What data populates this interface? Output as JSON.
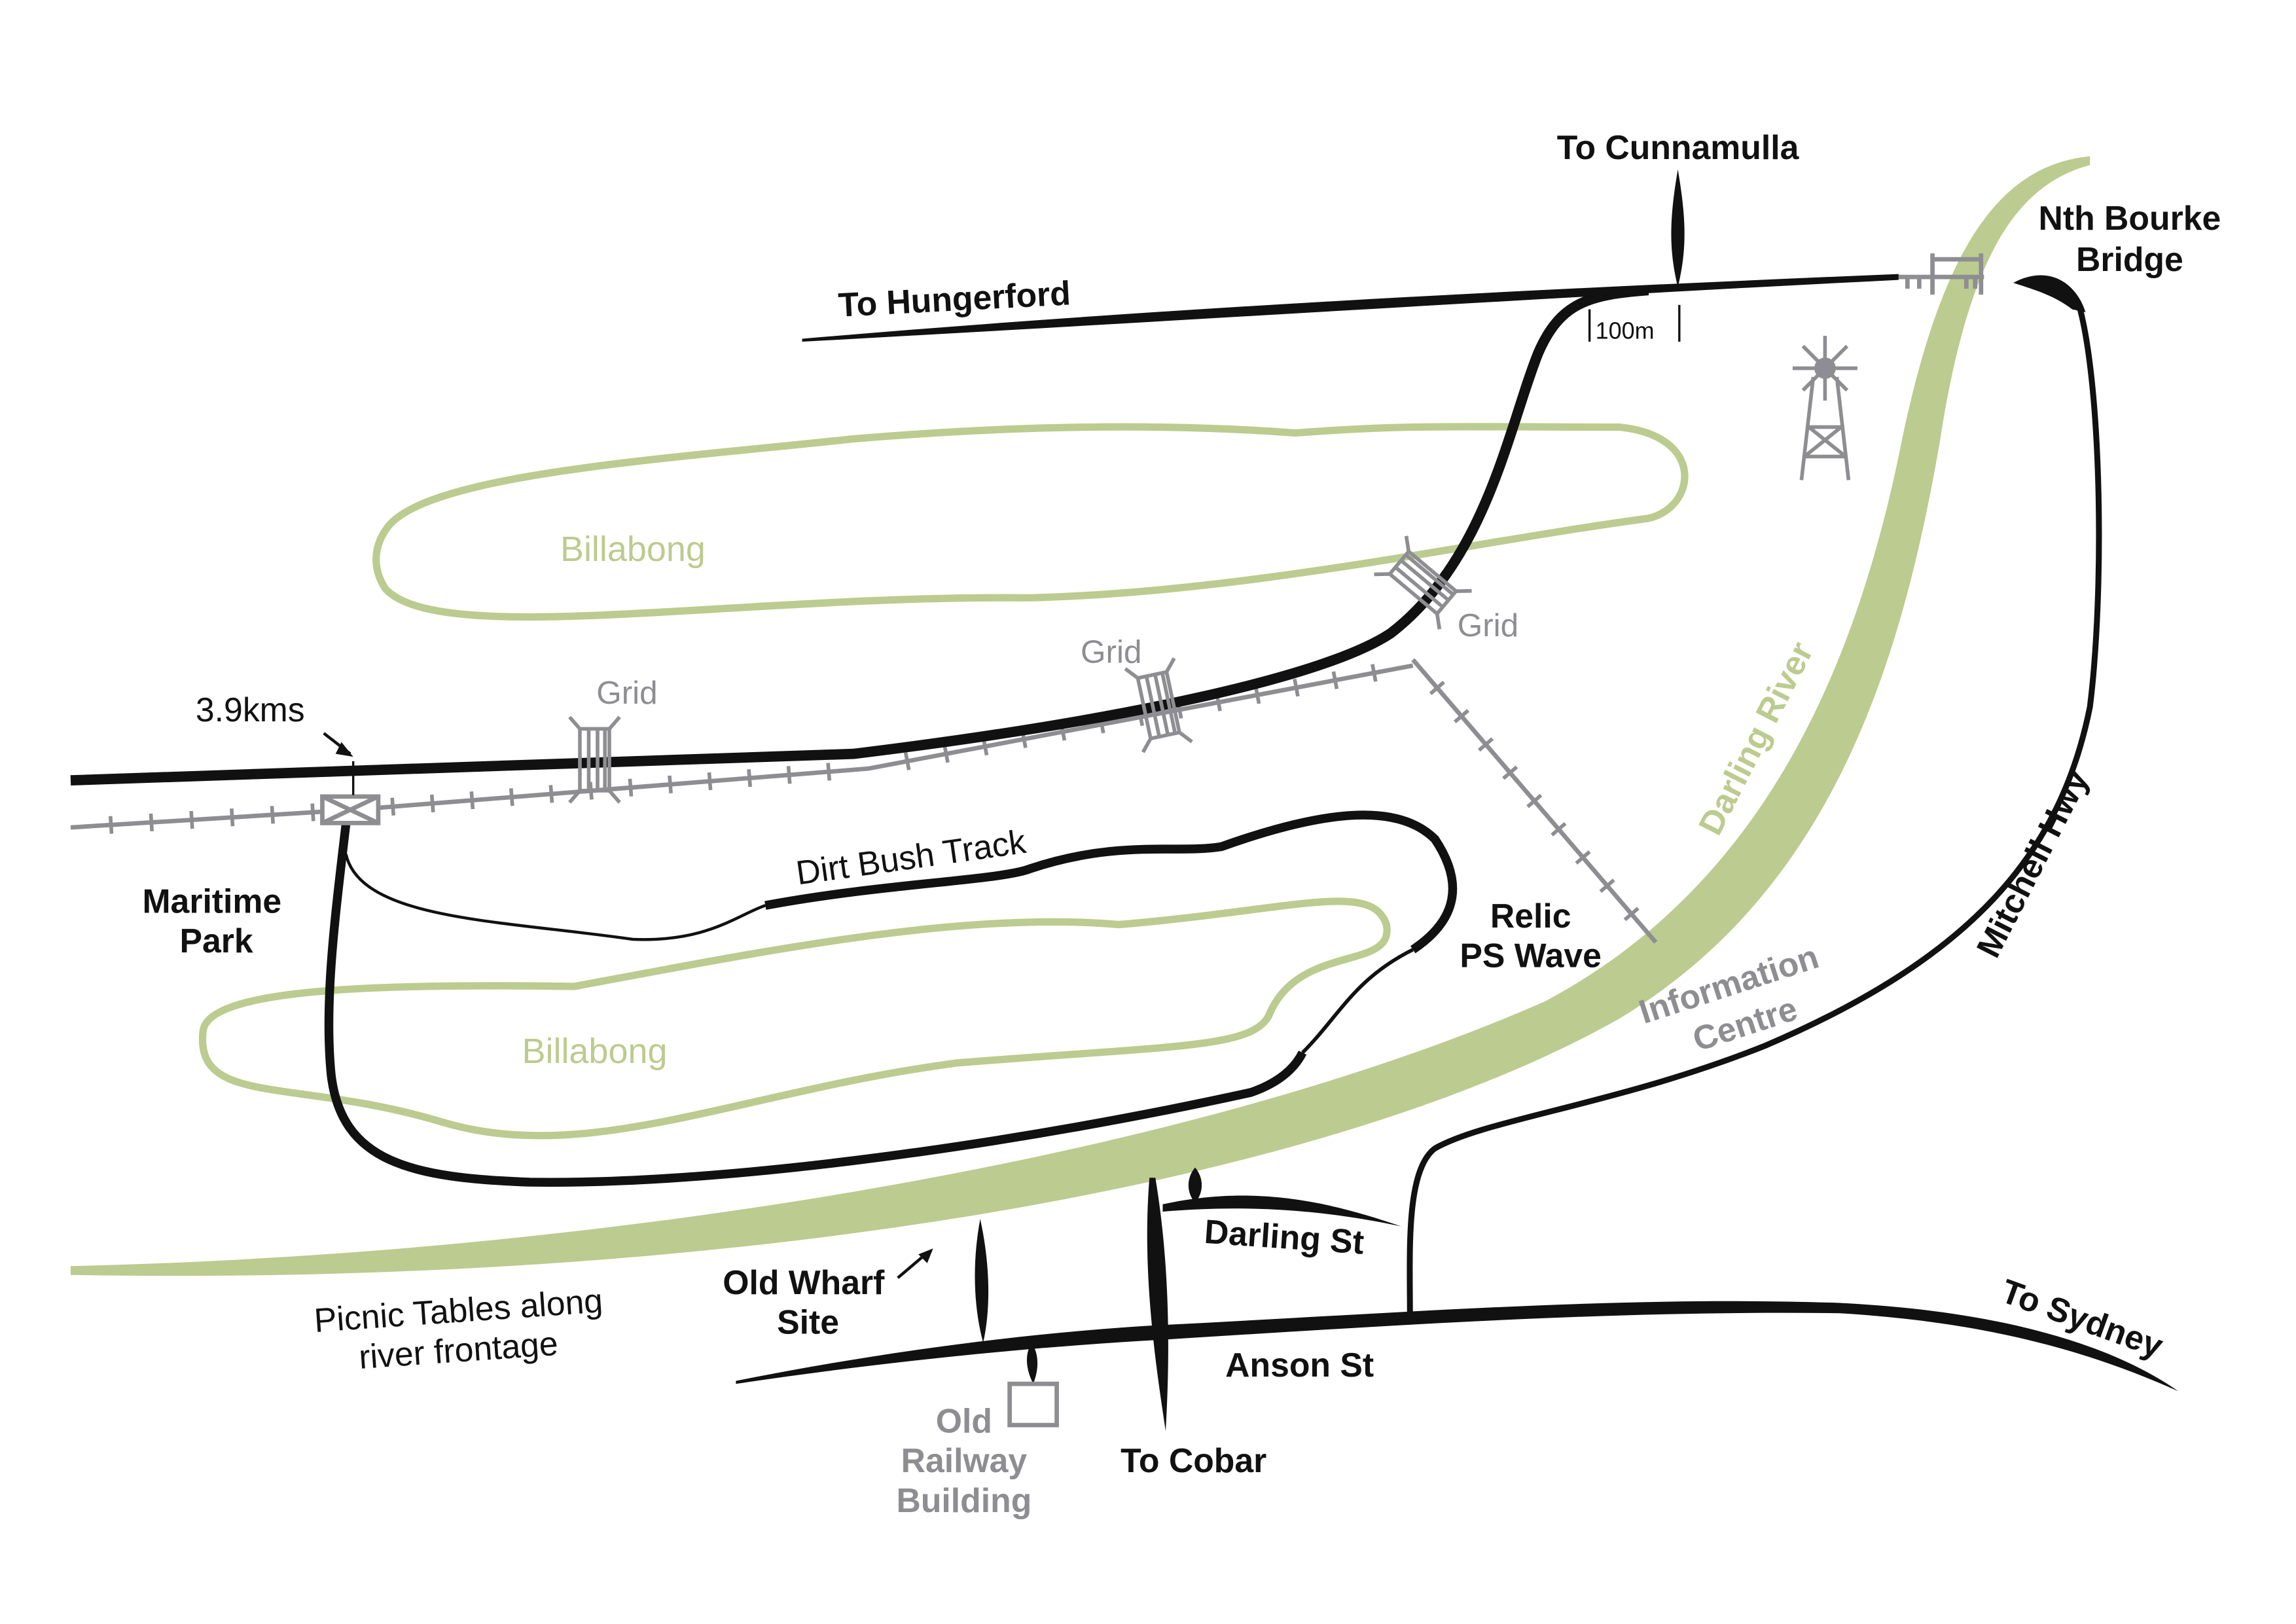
{
  "map": {
    "colors": {
      "road": "#111111",
      "river": "#bccb8f",
      "rail": "#8e8e92",
      "background": "#ffffff"
    },
    "labels": {
      "to_cunnamulla": "To Cunnamulla",
      "to_hungerford": "To Hungerford",
      "nth_bourke_bridge": [
        "Nth Bourke",
        "Bridge"
      ],
      "distance_100m": "100m",
      "distance_3_9kms": "3.9kms",
      "billabong_upper": "Billabong",
      "billabong_lower": "Billabong",
      "grid_1": "Grid",
      "grid_2": "Grid",
      "grid_3": "Grid",
      "maritime_park": [
        "Maritime",
        "Park"
      ],
      "dirt_bush_track": "Dirt Bush Track",
      "relic_ps_wave": [
        "Relic",
        "PS Wave"
      ],
      "darling_river": "Darling River",
      "mitchell_hwy": "Mitchell Hwy",
      "information_centre": [
        "Information",
        "Centre"
      ],
      "picnic_tables": [
        "Picnic Tables along",
        "river frontage"
      ],
      "old_wharf_site": [
        "Old Wharf",
        "Site"
      ],
      "darling_st": "Darling St",
      "anson_st": "Anson St",
      "to_sydney": "To Sydney",
      "to_cobar": "To Cobar",
      "old_railway_building": [
        "Old",
        "Railway",
        "Building"
      ]
    },
    "icons": [
      "windmill-icon",
      "cattle-grid-icon",
      "level-crossing-icon",
      "bridge-icon",
      "building-icon"
    ]
  }
}
